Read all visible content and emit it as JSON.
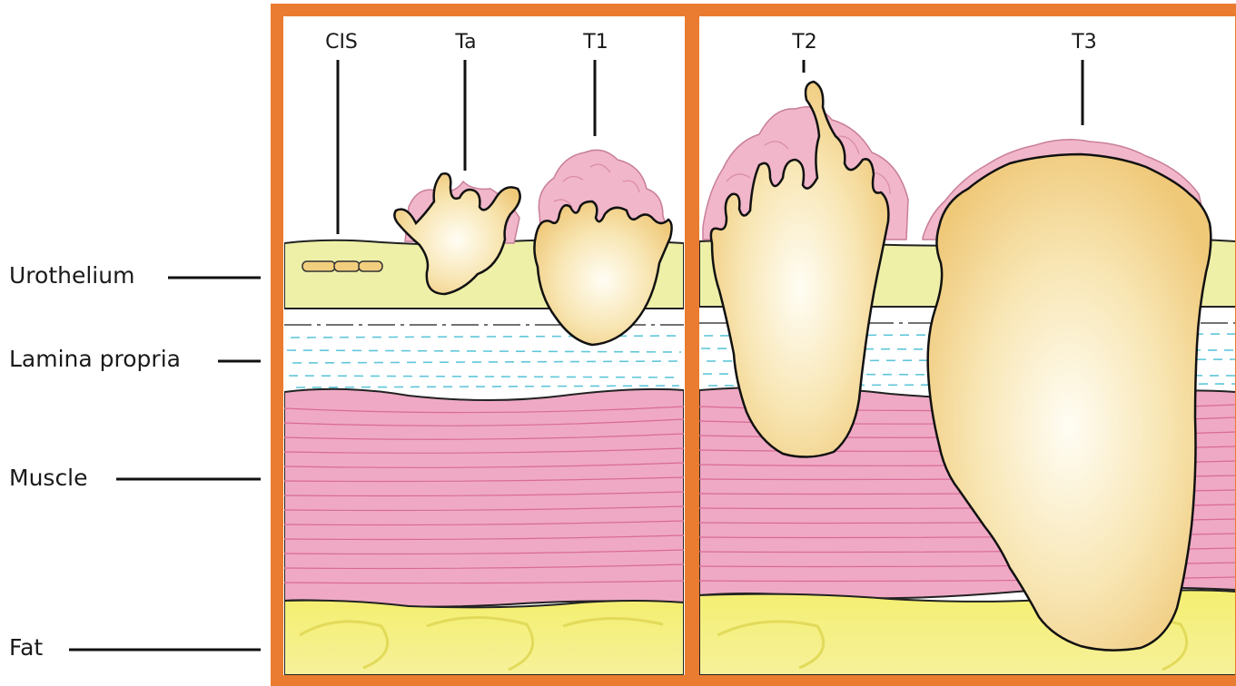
{
  "layers": {
    "urothelium": "Urothelium",
    "lamina_propria": "Lamina propria",
    "muscle": "Muscle",
    "fat": "Fat"
  },
  "stages": {
    "cis": "CIS",
    "ta": "Ta",
    "t1": "T1",
    "t2": "T2",
    "t3": "T3"
  },
  "colors": {
    "frame": "#e97c30",
    "urothelium": "#eef0a8",
    "lamina_propria": "#ffffff",
    "muscle": "#efa9c4",
    "fat": "#f2ee78",
    "tumor": "#f5d893",
    "tumor_fringe": "#f1b6c9"
  }
}
